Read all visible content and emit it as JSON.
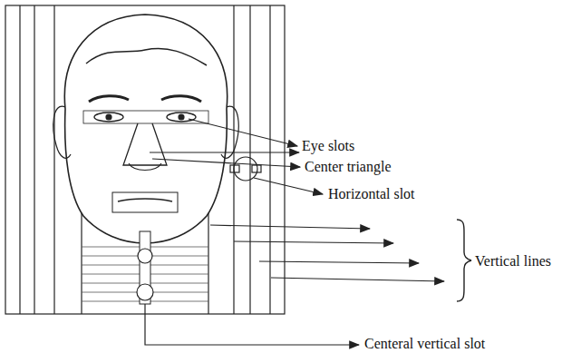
{
  "diagram": {
    "labels": [
      "Eye slots",
      "Center triangle",
      "Horizontal slot",
      "Vertical lines",
      "Centeral vertical slot"
    ]
  }
}
